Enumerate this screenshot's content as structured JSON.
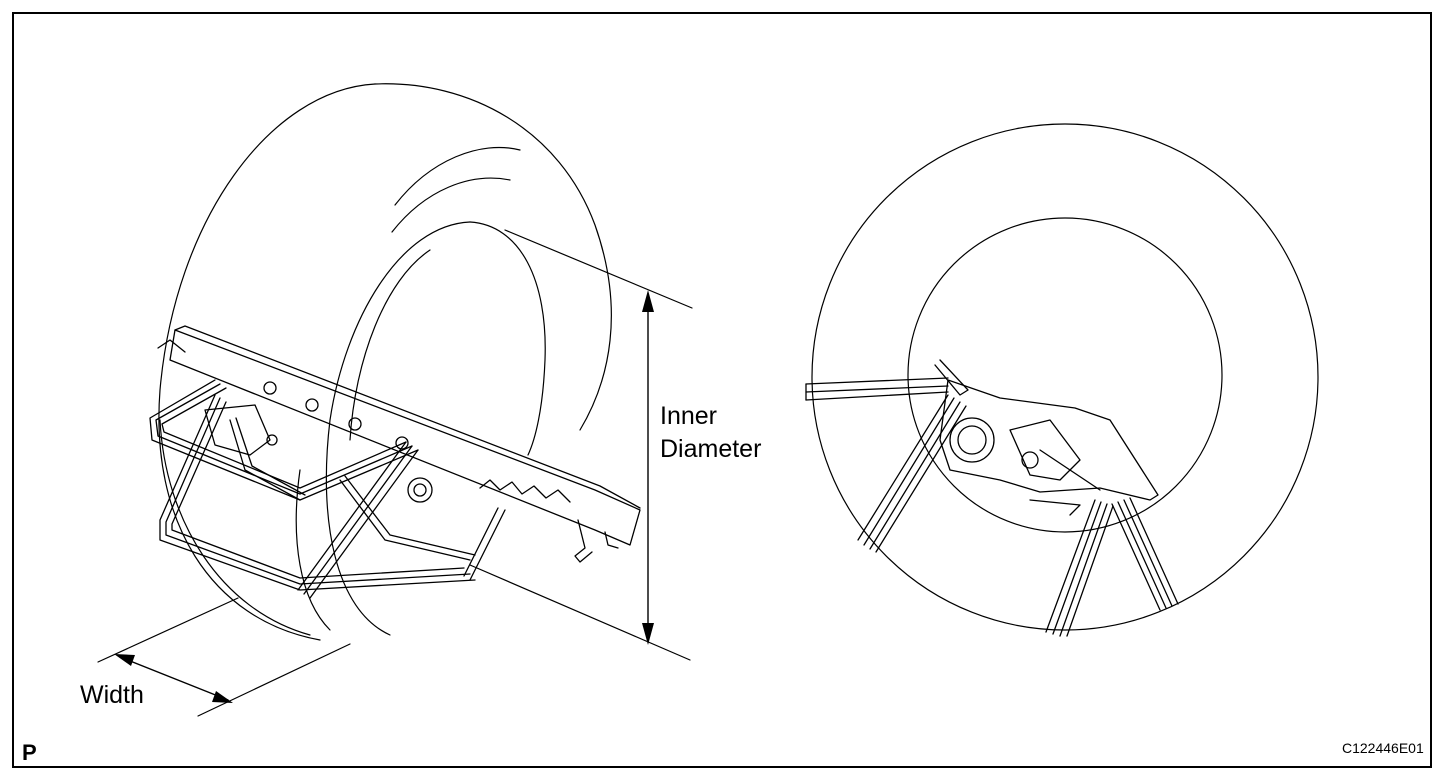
{
  "labels": {
    "inner_diameter_line1": "Inner",
    "inner_diameter_line2": "Diameter",
    "width": "Width",
    "corner_mark": "P",
    "figure_code": "C122446E01"
  },
  "colors": {
    "line": "#000000",
    "background": "#ffffff"
  }
}
